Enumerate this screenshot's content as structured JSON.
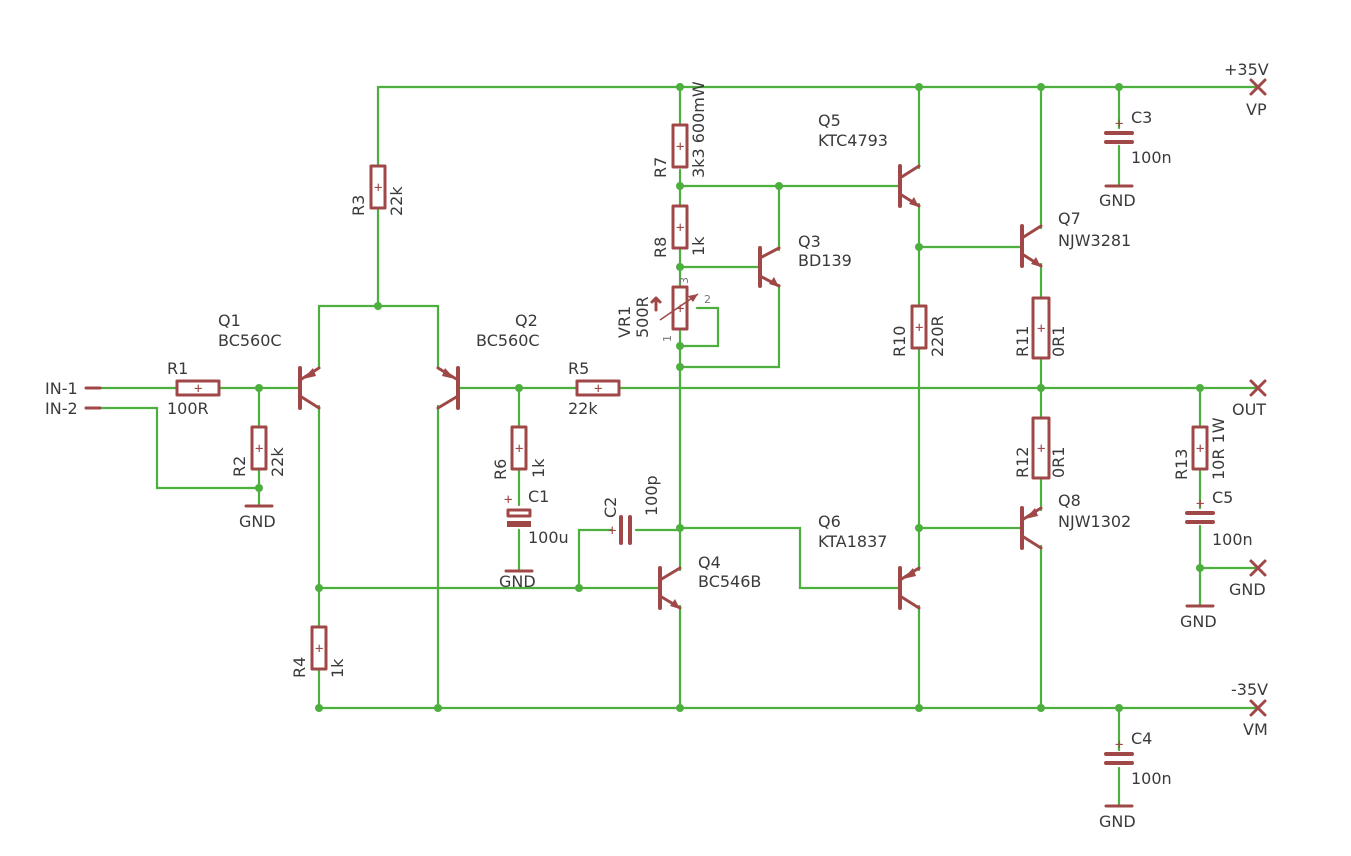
{
  "inputs": {
    "in1": "IN-1",
    "in2": "IN-2"
  },
  "rails": {
    "vp_voltage": "+35V",
    "vp_name": "VP",
    "vm_voltage": "-35V",
    "vm_name": "VM",
    "out": "OUT"
  },
  "gnd": "GND",
  "resistors": {
    "r1": {
      "name": "R1",
      "value": "100R"
    },
    "r2": {
      "name": "R2",
      "value": "22k"
    },
    "r3": {
      "name": "R3",
      "value": "22k"
    },
    "r4": {
      "name": "R4",
      "value": "1k"
    },
    "r5": {
      "name": "R5",
      "value": "22k"
    },
    "r6": {
      "name": "R6",
      "value": "1k"
    },
    "r7": {
      "name": "R7",
      "value": "3k3 600mW"
    },
    "r8": {
      "name": "R8",
      "value": "1k"
    },
    "r10": {
      "name": "R10",
      "value": "220R"
    },
    "r11": {
      "name": "R11",
      "value": "0R1"
    },
    "r12": {
      "name": "R12",
      "value": "0R1"
    },
    "r13": {
      "name": "R13",
      "value": "10R 1W"
    },
    "vr1": {
      "name": "VR1",
      "value": "500R"
    }
  },
  "capacitors": {
    "c1": {
      "name": "C1",
      "value": "100u"
    },
    "c2": {
      "name": "C2",
      "value": "100p"
    },
    "c3": {
      "name": "C3",
      "value": "100n"
    },
    "c4": {
      "name": "C4",
      "value": "100n"
    },
    "c5": {
      "name": "C5",
      "value": "100n"
    }
  },
  "transistors": {
    "q1": {
      "name": "Q1",
      "part": "BC560C"
    },
    "q2": {
      "name": "Q2",
      "part": "BC560C"
    },
    "q3": {
      "name": "Q3",
      "part": "BD139"
    },
    "q4": {
      "name": "Q4",
      "part": "BC546B"
    },
    "q5": {
      "name": "Q5",
      "part": "KTC4793"
    },
    "q6": {
      "name": "Q6",
      "part": "KTA1837"
    },
    "q7": {
      "name": "Q7",
      "part": "NJW3281"
    },
    "q8": {
      "name": "Q8",
      "part": "NJW1302"
    }
  },
  "vr1_pins": {
    "p1": "1",
    "p2": "2",
    "p3": "3"
  },
  "plus_mark": "+",
  "colors": {
    "wire": "#4caf3e",
    "component": "#a04848",
    "text": "#3a3a3a",
    "background": "#ffffff"
  }
}
